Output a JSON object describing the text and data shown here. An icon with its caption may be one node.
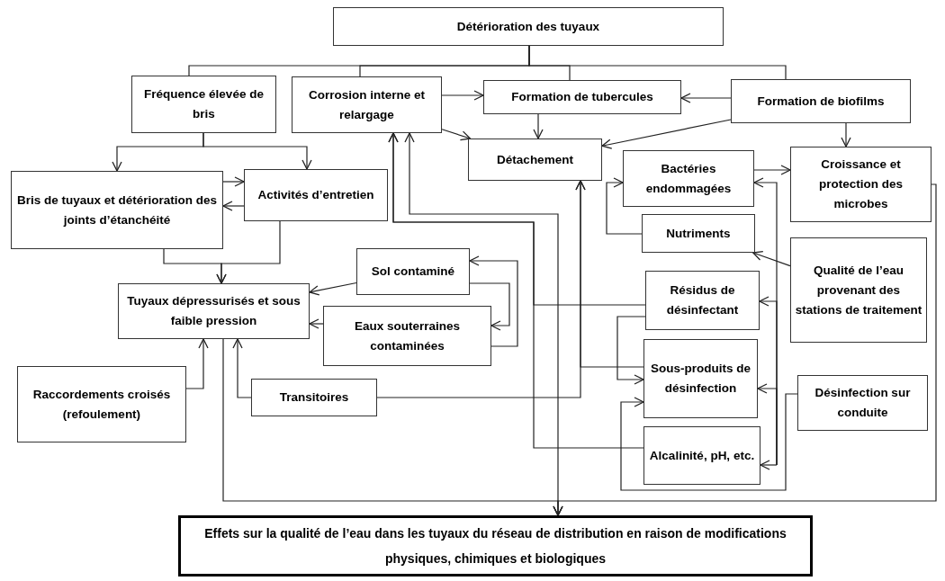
{
  "diagram": {
    "nodes": [
      {
        "text": [
          "Détérioration des tuyaux"
        ]
      },
      {
        "text": [
          "Fréquence élevée de bris"
        ]
      },
      {
        "text": [
          "Corrosion interne et relargage"
        ]
      },
      {
        "text": [
          "Formation de tubercules"
        ]
      },
      {
        "text": [
          "Formation de biofilms"
        ]
      },
      {
        "text": [
          "Détachement"
        ]
      },
      {
        "text": [
          "Bris de tuyaux et détérioration des joints d’étanchéité"
        ]
      },
      {
        "text": [
          "Activités d’entretien"
        ]
      },
      {
        "text": [
          "Bactéries endommagées"
        ]
      },
      {
        "text": [
          "Croissance et protection des microbes"
        ]
      },
      {
        "text": [
          "Nutriments"
        ]
      },
      {
        "text": [
          "Qualité de l’eau provenant des stations de traitement"
        ]
      },
      {
        "text": [
          "Sol contaminé"
        ]
      },
      {
        "text": [
          "Tuyaux dépressurisés et sous faible pression"
        ]
      },
      {
        "text": [
          "Eaux souterraines contaminées"
        ]
      },
      {
        "text": [
          "Résidus de désinfectant"
        ]
      },
      {
        "text": [
          "Sous-produits de désinfection"
        ]
      },
      {
        "text": [
          "Raccordements croisés (refoulement)"
        ]
      },
      {
        "text": [
          "Transitoires"
        ]
      },
      {
        "text": [
          "Désinfection sur conduite"
        ]
      },
      {
        "text": [
          "Alcalinité, pH, etc."
        ]
      },
      {
        "text": [
          "Effets sur la qualité de l’eau dans les tuyaux du réseau de distribution en raison de modifications physiques, chimiques et biologiques"
        ]
      }
    ],
    "edges": [
      {
        "from": 0,
        "to": 1,
        "arrow": "none"
      },
      {
        "from": 0,
        "to": 2,
        "arrow": "none"
      },
      {
        "from": 0,
        "to": 3,
        "arrow": "none"
      },
      {
        "from": 0,
        "to": 4,
        "arrow": "none"
      },
      {
        "from": 2,
        "to": 3,
        "arrow": "to"
      },
      {
        "from": 4,
        "to": 3,
        "arrow": "to"
      },
      {
        "from": 3,
        "to": 5,
        "arrow": "to"
      },
      {
        "from": 4,
        "to": 5,
        "arrow": "to"
      },
      {
        "from": 2,
        "to": 5,
        "arrow": "to"
      },
      {
        "from": 4,
        "to": 9,
        "arrow": "to"
      },
      {
        "from": 8,
        "to": 9,
        "arrow": "to"
      },
      {
        "from": 1,
        "to": 6,
        "arrow": "to"
      },
      {
        "from": 1,
        "to": 7,
        "arrow": "to"
      },
      {
        "from": 6,
        "to": 7,
        "arrow": "to"
      },
      {
        "from": 7,
        "to": 6,
        "arrow": "to"
      },
      {
        "from": 6,
        "to": 13,
        "arrow": "to"
      },
      {
        "from": 7,
        "to": 13,
        "arrow": "to"
      },
      {
        "from": 12,
        "to": 13,
        "arrow": "to"
      },
      {
        "from": 14,
        "to": 13,
        "arrow": "to"
      },
      {
        "from": 14,
        "to": 12,
        "arrow": "to"
      },
      {
        "from": 12,
        "to": 14,
        "arrow": "to"
      },
      {
        "from": 10,
        "to": 8,
        "arrow": "to"
      },
      {
        "from": 11,
        "to": 10,
        "arrow": "to"
      },
      {
        "from": null,
        "to": 8,
        "arrow": "to"
      },
      {
        "from": null,
        "to": 15,
        "arrow": "to"
      },
      {
        "from": null,
        "to": 16,
        "arrow": "to"
      },
      {
        "from": null,
        "to": 20,
        "arrow": "to"
      },
      {
        "from": 15,
        "to": 16,
        "arrow": "to"
      },
      {
        "from": 19,
        "to": 16,
        "arrow": "to"
      },
      {
        "from": 15,
        "to": 2,
        "arrow": "to"
      },
      {
        "from": 20,
        "to": 2,
        "arrow": "to"
      },
      {
        "from": 2,
        "to": 21,
        "arrow": "both"
      },
      {
        "from": 18,
        "to": 5,
        "arrow": "to"
      },
      {
        "from": 16,
        "to": 5,
        "arrow": "to"
      },
      {
        "from": 18,
        "to": 13,
        "arrow": "to"
      },
      {
        "from": 17,
        "to": 13,
        "arrow": "to"
      },
      {
        "from": 13,
        "to": 21,
        "arrow": "to"
      },
      {
        "from": 9,
        "to": 21,
        "arrow": "to"
      }
    ]
  }
}
